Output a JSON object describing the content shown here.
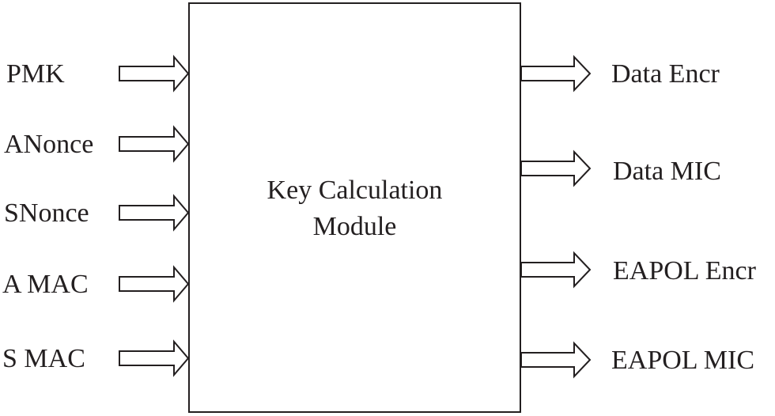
{
  "module": {
    "line1": "Key Calculation",
    "line2": "Module"
  },
  "inputs": [
    "PMK",
    "ANonce",
    "SNonce",
    "A MAC",
    "S MAC"
  ],
  "outputs": [
    "Data Encr",
    "Data MIC",
    "EAPOL Encr",
    "EAPOL MIC"
  ],
  "colors": {
    "stroke": "#231f20",
    "text": "#231f20",
    "background": "#ffffff"
  }
}
